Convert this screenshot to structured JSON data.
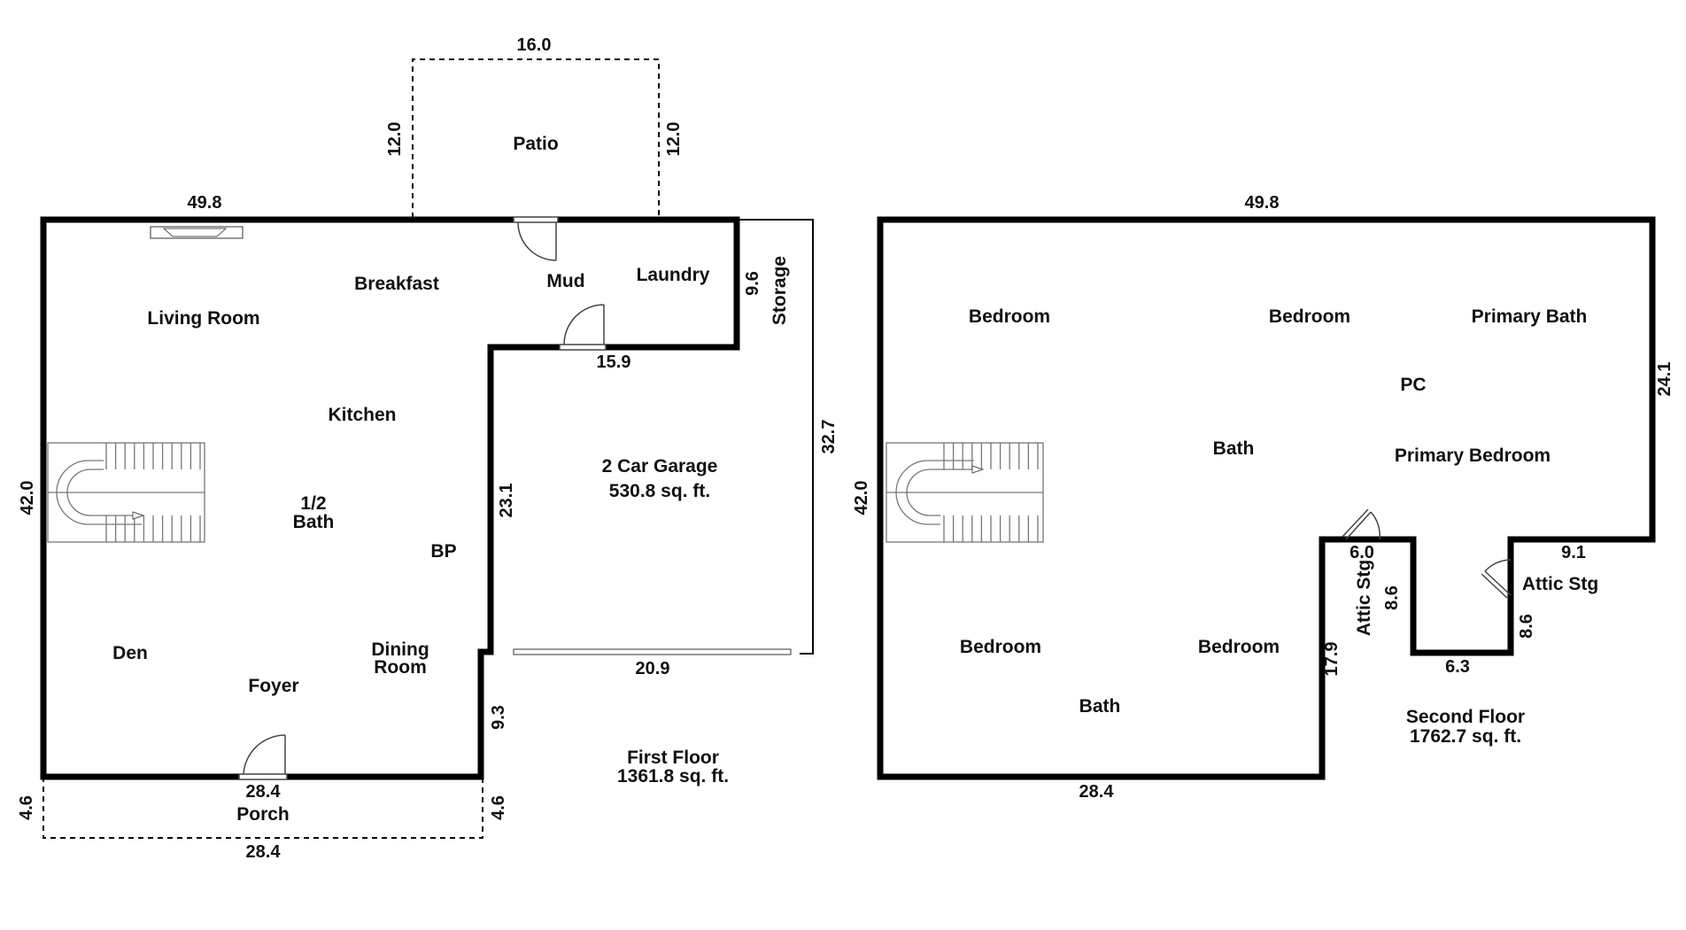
{
  "first_floor": {
    "title": "First Floor",
    "area": "1361.8 sq. ft.",
    "rooms": {
      "patio": "Patio",
      "living_room": "Living Room",
      "breakfast": "Breakfast",
      "mud": "Mud",
      "laundry": "Laundry",
      "storage": "Storage",
      "kitchen": "Kitchen",
      "half_bath_line1": "1/2",
      "half_bath_line2": "Bath",
      "bp": "BP",
      "garage_name": "2 Car Garage",
      "garage_area": "530.8 sq. ft.",
      "den": "Den",
      "foyer": "Foyer",
      "dining_line1": "Dining",
      "dining_line2": "Room",
      "porch": "Porch"
    },
    "dimensions": {
      "patio_width": "16.0",
      "patio_left": "12.0",
      "patio_right": "12.0",
      "top_width": "49.8",
      "left_height": "42.0",
      "laundry_height": "9.6",
      "mud_width": "15.9",
      "garage_right": "32.7",
      "garage_left": "23.1",
      "garage_bottom": "20.9",
      "step_height": "9.3",
      "bottom_width": "28.4",
      "porch_left": "4.6",
      "porch_right": "4.6",
      "porch_width": "28.4"
    }
  },
  "second_floor": {
    "title": "Second Floor",
    "area": "1762.7 sq. ft.",
    "rooms": {
      "bedroom_tl": "Bedroom",
      "bedroom_tm": "Bedroom",
      "primary_bath": "Primary Bath",
      "pc": "PC",
      "bath_mid": "Bath",
      "primary_bedroom": "Primary Bedroom",
      "attic_stg_left": "Attic Stg",
      "attic_stg_right": "Attic Stg",
      "bedroom_bl": "Bedroom",
      "bedroom_bm": "Bedroom",
      "bath_bottom": "Bath"
    },
    "dimensions": {
      "top_width": "49.8",
      "right_height": "24.1",
      "left_height": "42.0",
      "notch_left_width": "6.0",
      "notch_left_depth": "8.6",
      "notch_bottom": "6.3",
      "notch_right_depth": "8.6",
      "right_step": "9.1",
      "lower_right_height": "17.9",
      "bottom_width": "28.4"
    }
  }
}
